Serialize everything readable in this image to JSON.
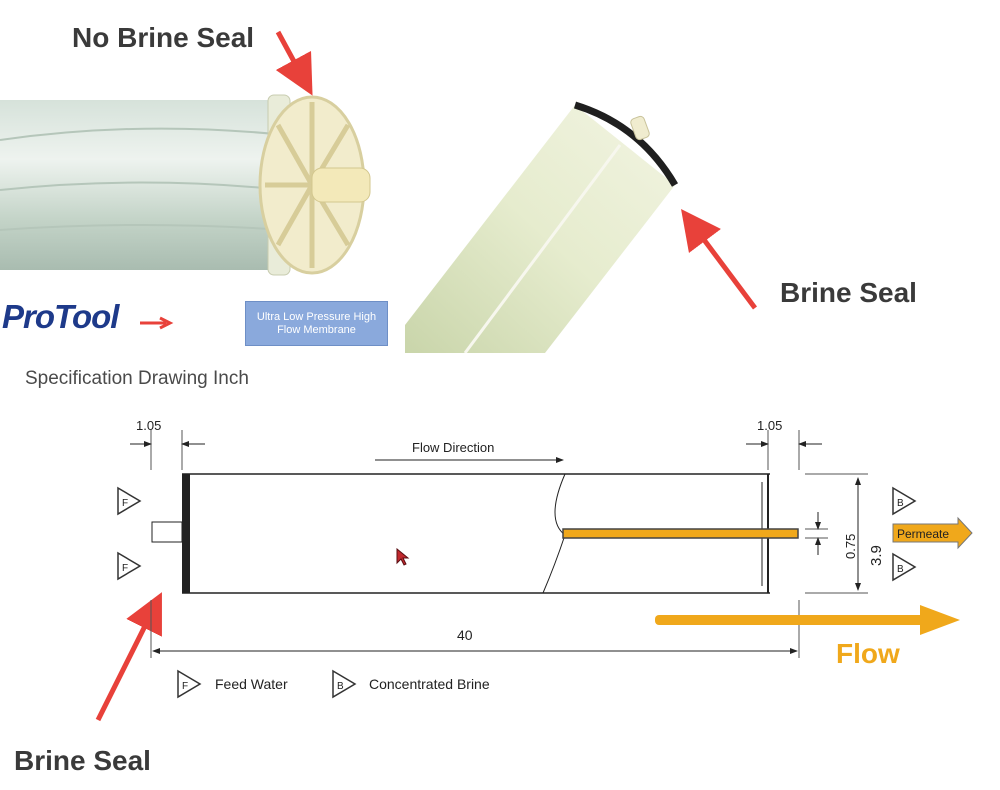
{
  "callouts": {
    "no_brine_seal": "No Brine Seal",
    "brine_seal_top": "Brine Seal",
    "brine_seal_bottom": "Brine Seal"
  },
  "brand": {
    "logo_text": "ProTool",
    "product_label": "Ultra Low Pressure High Flow Membrane"
  },
  "drawing": {
    "title": "Specification Drawing Inch",
    "flow_direction": "Flow Direction",
    "dim_left_end": "1.05",
    "dim_right_end": "1.05",
    "dim_length": "40",
    "dim_permeate_dia": "0.75",
    "dim_outer_dia": "3.9",
    "feed_marker": "F",
    "brine_marker": "B",
    "permeate_label": "Permeate",
    "legend": [
      {
        "marker": "F",
        "label": "Feed Water"
      },
      {
        "marker": "B",
        "label": "Concentrated Brine"
      }
    ]
  },
  "flow_label": "Flow",
  "colors": {
    "arrow_red": "#e8413a",
    "flow_orange": "#f0a81b",
    "label_blue": "#8aa9dc",
    "logo_blue": "#1e3a8a"
  }
}
